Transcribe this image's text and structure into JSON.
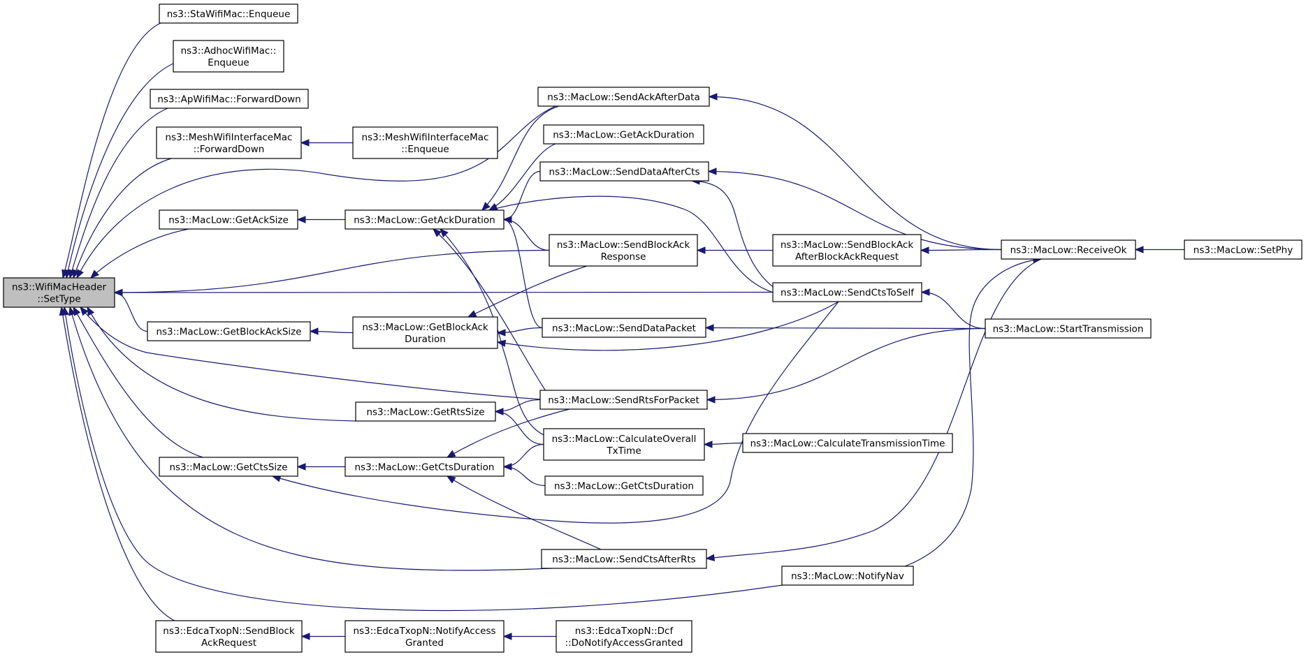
{
  "nodes": {
    "wmh_settype": {
      "lines": [
        "ns3::WifiMacHeader",
        "::SetType"
      ],
      "root": true
    },
    "sta_enqueue": {
      "lines": [
        "ns3::StaWifiMac::Enqueue"
      ]
    },
    "adhoc_enqueue": {
      "lines": [
        "ns3::AdhocWifiMac::",
        "Enqueue"
      ]
    },
    "ap_forwarddown": {
      "lines": [
        "ns3::ApWifiMac::ForwardDown"
      ]
    },
    "mesh_forwarddown": {
      "lines": [
        "ns3::MeshWifiInterfaceMac",
        "::ForwardDown"
      ]
    },
    "mesh_enqueue": {
      "lines": [
        "ns3::MeshWifiInterfaceMac",
        "::Enqueue"
      ]
    },
    "ml_getacksize": {
      "lines": [
        "ns3::MacLow::GetAckSize"
      ]
    },
    "ml_getackduration": {
      "lines": [
        "ns3::MacLow::GetAckDuration"
      ]
    },
    "ml_getackduration2": {
      "lines": [
        "ns3::MacLow::GetAckDuration"
      ]
    },
    "ml_sendackafterdata": {
      "lines": [
        "ns3::MacLow::SendAckAfterData"
      ]
    },
    "ml_senddataaftercts": {
      "lines": [
        "ns3::MacLow::SendDataAfterCts"
      ]
    },
    "ml_sendblockackresponse": {
      "lines": [
        "ns3::MacLow::SendBlockAck",
        "Response"
      ]
    },
    "ml_sendblockackafterreq": {
      "lines": [
        "ns3::MacLow::SendBlockAck",
        "AfterBlockAckRequest"
      ]
    },
    "ml_receiveok": {
      "lines": [
        "ns3::MacLow::ReceiveOk"
      ]
    },
    "ml_setphy": {
      "lines": [
        "ns3::MacLow::SetPhy"
      ]
    },
    "ml_sendctstoself": {
      "lines": [
        "ns3::MacLow::SendCtsToSelf"
      ]
    },
    "ml_getblockacksize": {
      "lines": [
        "ns3::MacLow::GetBlockAckSize"
      ]
    },
    "ml_getblockackduration": {
      "lines": [
        "ns3::MacLow::GetBlockAck",
        "Duration"
      ]
    },
    "ml_senddatapacket": {
      "lines": [
        "ns3::MacLow::SendDataPacket"
      ]
    },
    "ml_starttransmission": {
      "lines": [
        "ns3::MacLow::StartTransmission"
      ]
    },
    "ml_getrtssize": {
      "lines": [
        "ns3::MacLow::GetRtsSize"
      ]
    },
    "ml_sendrtsforpacket": {
      "lines": [
        "ns3::MacLow::SendRtsForPacket"
      ]
    },
    "ml_calcoveralltxtime": {
      "lines": [
        "ns3::MacLow::CalculateOverall",
        "TxTime"
      ]
    },
    "ml_calctransmissiontime": {
      "lines": [
        "ns3::MacLow::CalculateTransmissionTime"
      ]
    },
    "ml_getctssize": {
      "lines": [
        "ns3::MacLow::GetCtsSize"
      ]
    },
    "ml_getctsduration": {
      "lines": [
        "ns3::MacLow::GetCtsDuration"
      ]
    },
    "ml_getctsduration2": {
      "lines": [
        "ns3::MacLow::GetCtsDuration"
      ]
    },
    "ml_sendctsafterrts": {
      "lines": [
        "ns3::MacLow::SendCtsAfterRts"
      ]
    },
    "ml_notifynav": {
      "lines": [
        "ns3::MacLow::NotifyNav"
      ]
    },
    "edca_sendblockackrequest": {
      "lines": [
        "ns3::EdcaTxopN::SendBlock",
        "AckRequest"
      ]
    },
    "edca_notifyaccessgranted": {
      "lines": [
        "ns3::EdcaTxopN::NotifyAccess",
        "Granted"
      ]
    },
    "edca_dcf_donotifyaccessgranted": {
      "lines": [
        "ns3::EdcaTxopN::Dcf",
        "::DoNotifyAccessGranted"
      ]
    }
  },
  "edges": [
    [
      "sta_enqueue",
      "wmh_settype"
    ],
    [
      "adhoc_enqueue",
      "wmh_settype"
    ],
    [
      "ap_forwarddown",
      "wmh_settype"
    ],
    [
      "mesh_forwarddown",
      "wmh_settype"
    ],
    [
      "mesh_enqueue",
      "mesh_forwarddown"
    ],
    [
      "ml_sendackafterdata",
      "wmh_settype"
    ],
    [
      "ml_getacksize",
      "wmh_settype"
    ],
    [
      "ml_sendblockackresponse",
      "wmh_settype"
    ],
    [
      "ml_sendctstoself",
      "wmh_settype"
    ],
    [
      "ml_getblockacksize",
      "wmh_settype"
    ],
    [
      "ml_sendrtsforpacket",
      "wmh_settype"
    ],
    [
      "ml_getrtssize",
      "wmh_settype"
    ],
    [
      "ml_getctssize",
      "wmh_settype"
    ],
    [
      "ml_sendctsafterrts",
      "wmh_settype"
    ],
    [
      "ml_notifynav",
      "wmh_settype"
    ],
    [
      "edca_sendblockackrequest",
      "wmh_settype"
    ],
    [
      "ml_getackduration",
      "ml_getacksize"
    ],
    [
      "ml_sendackafterdata",
      "ml_getackduration"
    ],
    [
      "ml_getackduration2",
      "ml_getackduration"
    ],
    [
      "ml_senddataaftercts",
      "ml_getackduration"
    ],
    [
      "ml_sendctstoself",
      "ml_getackduration"
    ],
    [
      "ml_sendblockackresponse",
      "ml_getackduration"
    ],
    [
      "ml_senddatapacket",
      "ml_getackduration"
    ],
    [
      "ml_sendrtsforpacket",
      "ml_getackduration"
    ],
    [
      "ml_calcoveralltxtime",
      "ml_getackduration"
    ],
    [
      "ml_receiveok",
      "ml_sendackafterdata"
    ],
    [
      "ml_receiveok",
      "ml_senddataaftercts"
    ],
    [
      "ml_sendctstoself",
      "ml_senddataaftercts"
    ],
    [
      "ml_sendblockackafterreq",
      "ml_sendblockackresponse"
    ],
    [
      "ml_receiveok",
      "ml_sendblockackafterreq"
    ],
    [
      "ml_setphy",
      "ml_receiveok"
    ],
    [
      "ml_notifynav",
      "ml_receiveok"
    ],
    [
      "ml_starttransmission",
      "ml_sendctstoself"
    ],
    [
      "ml_getblockackduration",
      "ml_getblockacksize"
    ],
    [
      "ml_sendblockackresponse",
      "ml_getblockackduration"
    ],
    [
      "ml_senddatapacket",
      "ml_getblockackduration"
    ],
    [
      "ml_sendctstoself",
      "ml_getblockackduration"
    ],
    [
      "ml_starttransmission",
      "ml_senddatapacket"
    ],
    [
      "ml_starttransmission",
      "ml_sendrtsforpacket"
    ],
    [
      "ml_sendrtsforpacket",
      "ml_getrtssize"
    ],
    [
      "ml_calcoveralltxtime",
      "ml_getrtssize"
    ],
    [
      "ml_calctransmissiontime",
      "ml_calcoveralltxtime"
    ],
    [
      "ml_getctsduration",
      "ml_getctssize"
    ],
    [
      "ml_sendctstoself",
      "ml_getctssize"
    ],
    [
      "ml_sendrtsforpacket",
      "ml_getctsduration"
    ],
    [
      "ml_calcoveralltxtime",
      "ml_getctsduration"
    ],
    [
      "ml_getctsduration2",
      "ml_getctsduration"
    ],
    [
      "ml_sendctsafterrts",
      "ml_getctsduration"
    ],
    [
      "ml_receiveok",
      "ml_sendctsafterrts"
    ],
    [
      "edca_notifyaccessgranted",
      "edca_sendblockackrequest"
    ],
    [
      "edca_dcf_donotifyaccessgranted",
      "edca_notifyaccessgranted"
    ]
  ]
}
